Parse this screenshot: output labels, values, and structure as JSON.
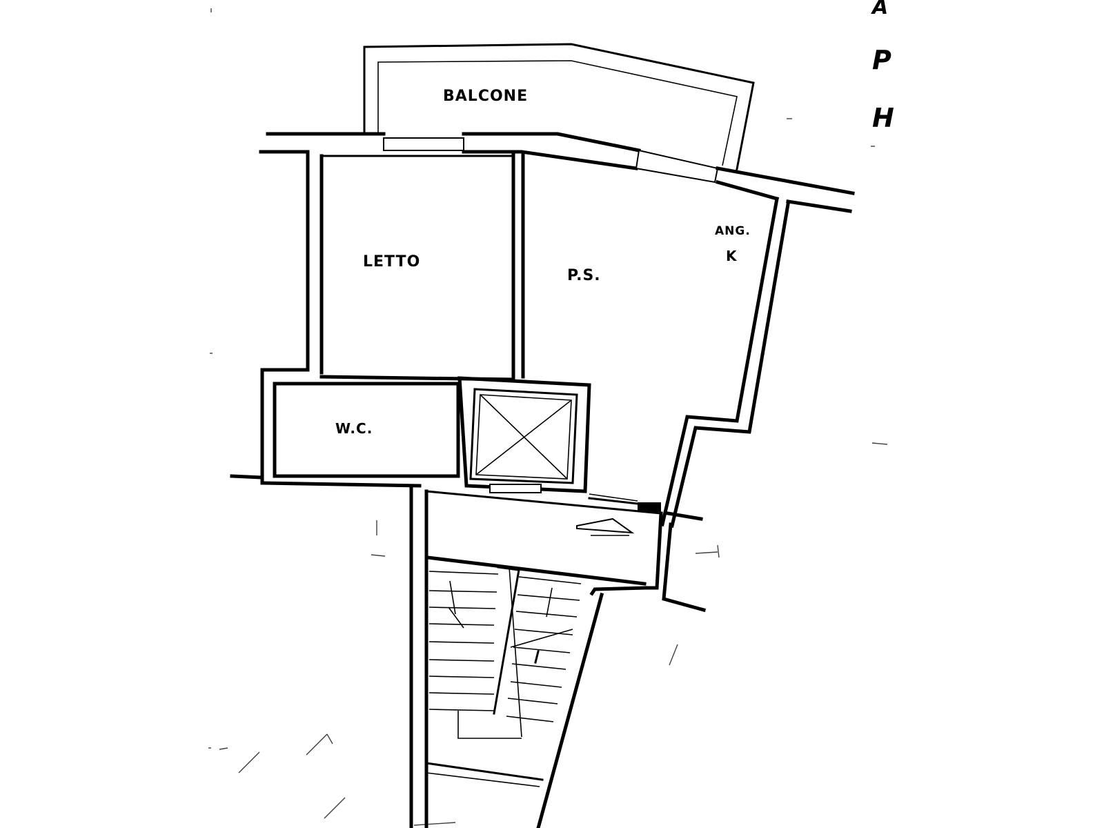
{
  "plan": {
    "rooms": [
      {
        "id": "balcone",
        "label": "BALCONE"
      },
      {
        "id": "letto",
        "label": "LETTO"
      },
      {
        "id": "soggiorno",
        "label": "P.S."
      },
      {
        "id": "cucina",
        "label": "ANG.\nK",
        "line1": "ANG.",
        "line2": "K"
      },
      {
        "id": "bagno",
        "label": "W.C."
      }
    ],
    "edge_text": {
      "line1": "A",
      "line2": "P",
      "line3": "H"
    }
  }
}
